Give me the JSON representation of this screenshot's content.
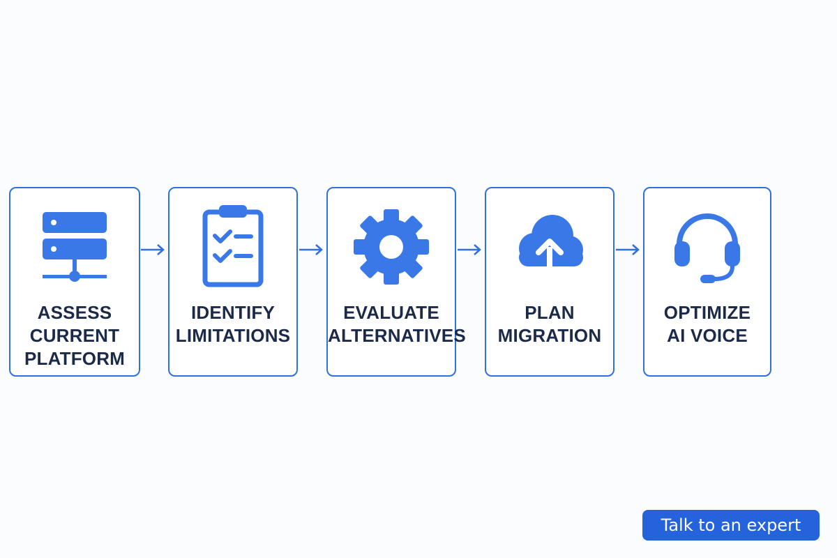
{
  "steps": [
    {
      "id": "assess",
      "icon": "server-icon",
      "lines": [
        "ASSESS",
        "CURRENT",
        "PLATFORM"
      ]
    },
    {
      "id": "identify",
      "icon": "clipboard-checklist-icon",
      "lines": [
        "IDENTIFY",
        "LIMITATIONS"
      ]
    },
    {
      "id": "evaluate",
      "icon": "gear-icon",
      "lines": [
        "EVALUATE",
        "ALTERNATIVES"
      ]
    },
    {
      "id": "plan",
      "icon": "cloud-upload-icon",
      "lines": [
        "PLAN",
        "MIGRATION"
      ]
    },
    {
      "id": "optimize",
      "icon": "headset-icon",
      "lines": [
        "OPTIMIZE",
        "AI VOICE"
      ]
    }
  ],
  "cta": {
    "label": "Talk to an expert"
  },
  "colors": {
    "accent": "#2f6fe0",
    "icon": "#3a78e8",
    "text": "#1c2a4a",
    "button": "#2563dc"
  }
}
